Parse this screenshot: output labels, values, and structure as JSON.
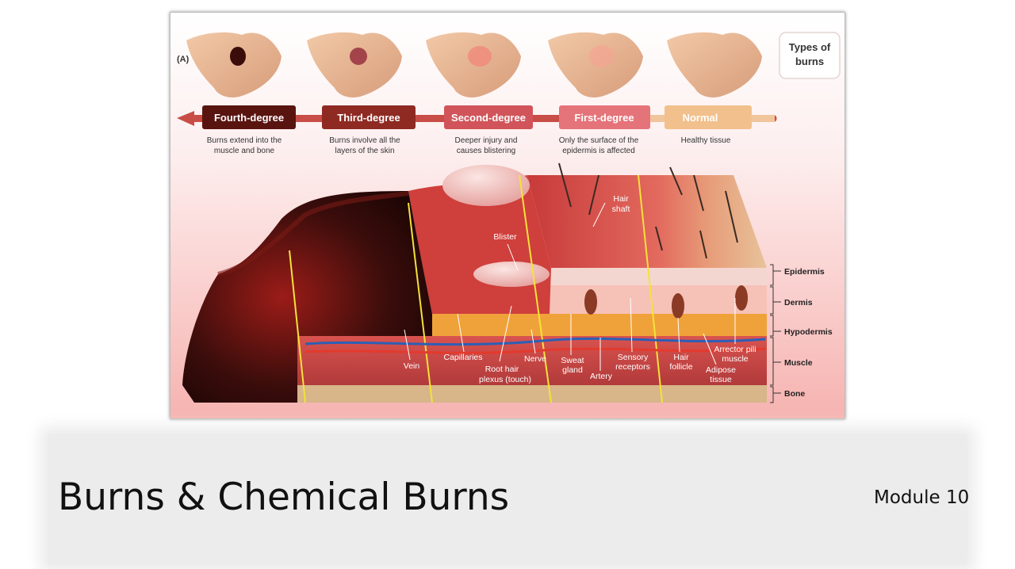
{
  "figure": {
    "panel_label": "(A)",
    "types_title_line1": "Types of",
    "types_title_line2": "burns",
    "stages": [
      {
        "name": "Fourth-degree",
        "desc_line1": "Burns extend into the",
        "desc_line2": "muscle and bone",
        "color": "#5a1410"
      },
      {
        "name": "Third-degree",
        "desc_line1": "Burns involve all the",
        "desc_line2": "layers of the skin",
        "color": "#8f2a22"
      },
      {
        "name": "Second-degree",
        "desc_line1": "Deeper injury and",
        "desc_line2": "causes blistering",
        "color": "#d1545a"
      },
      {
        "name": "First-degree",
        "desc_line1": "Only the surface of the",
        "desc_line2": "epidermis is affected",
        "color": "#e5737a"
      },
      {
        "name": "Normal",
        "desc_line1": "Healthy tissue",
        "desc_line2": "",
        "color": "#f2c08c"
      }
    ],
    "layers": [
      "Epidermis",
      "Dermis",
      "Hypodermis",
      "Muscle",
      "Bone"
    ],
    "labels": {
      "hair_shaft_1": "Hair",
      "hair_shaft_2": "shaft",
      "blister": "Blister",
      "vein": "Vein",
      "capillaries": "Capillaries",
      "root_hair_1": "Root hair",
      "root_hair_2": "plexus (touch)",
      "nerve": "Nerve",
      "sweat_1": "Sweat",
      "sweat_2": "gland",
      "artery": "Artery",
      "sensory_1": "Sensory",
      "sensory_2": "receptors",
      "hair_follicle_1": "Hair",
      "hair_follicle_2": "follicle",
      "adipose_1": "Adipose",
      "adipose_2": "tissue",
      "arrector_1": "Arrector pili",
      "arrector_2": "muscle"
    }
  },
  "slide": {
    "title": "Burns & Chemical Burns",
    "module": "Module 10"
  }
}
